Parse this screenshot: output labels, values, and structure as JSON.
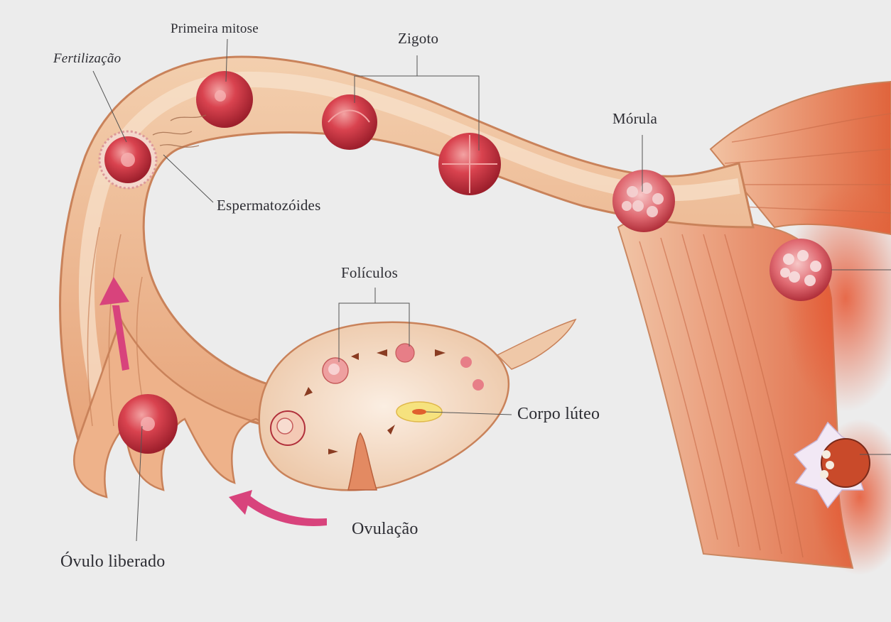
{
  "labels": {
    "fertilizacao": "Fertilização",
    "primeira_mitose": "Primeira mitose",
    "zigoto": "Zigoto",
    "morula": "Mórula",
    "espermatozoides": "Espermatozóides",
    "foliculos": "Folículos",
    "corpo_luteo": "Corpo lúteo",
    "ovulacao": "Ovulação",
    "ovulo_liberado": "Óvulo liberado"
  },
  "colors": {
    "background": "#ececec",
    "tube_outline": "#c9825a",
    "tube_fill": "#f0c39e",
    "tube_inner": "#f6d9bf",
    "cell": "#d9434f",
    "arrow": "#d8437c",
    "uterus": "#e7875a"
  }
}
